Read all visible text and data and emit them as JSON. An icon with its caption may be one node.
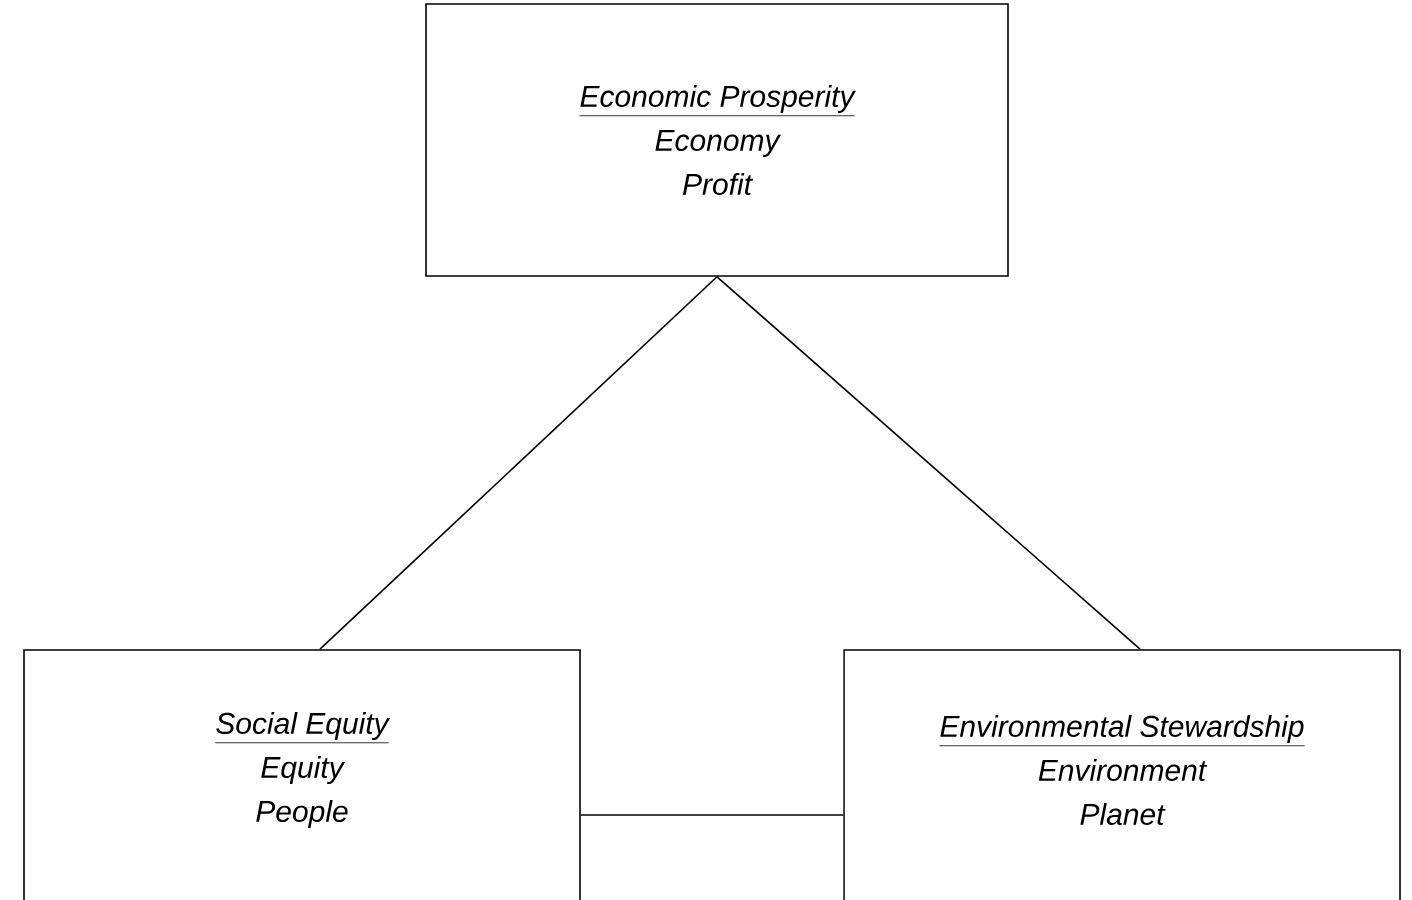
{
  "diagram": {
    "nodes": [
      {
        "text": [
          "Economic Prosperity",
          "Economy",
          "Profit"
        ]
      },
      {
        "text": [
          "Social Equity",
          "Equity",
          "People"
        ]
      },
      {
        "text": [
          "Environmental Stewardship",
          "Environment",
          "Planet"
        ]
      }
    ],
    "edges": [
      {
        "from": 0,
        "to": 1,
        "arrow": "none"
      },
      {
        "from": 0,
        "to": 2,
        "arrow": "none"
      },
      {
        "from": 1,
        "to": 2,
        "arrow": "none"
      }
    ]
  }
}
